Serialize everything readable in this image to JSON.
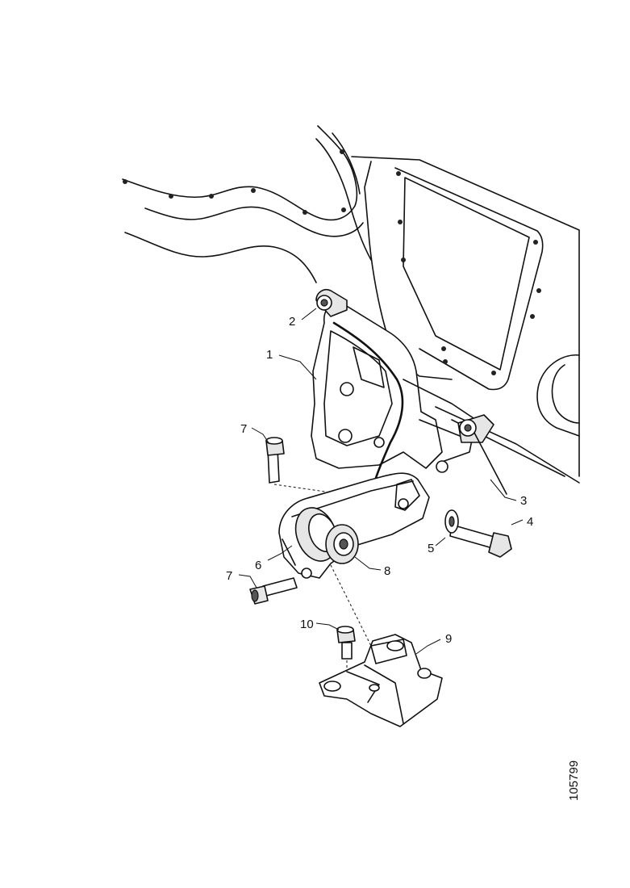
{
  "callouts": [
    {
      "id": "1",
      "label": "1"
    },
    {
      "id": "2",
      "label": "2"
    },
    {
      "id": "3",
      "label": "3"
    },
    {
      "id": "4",
      "label": "4"
    },
    {
      "id": "5",
      "label": "5"
    },
    {
      "id": "6",
      "label": "6"
    },
    {
      "id": "7a",
      "label": "7"
    },
    {
      "id": "7b",
      "label": "7"
    },
    {
      "id": "8",
      "label": "8"
    },
    {
      "id": "9",
      "label": "9"
    },
    {
      "id": "10",
      "label": "10"
    }
  ],
  "figure_reference": "105799"
}
